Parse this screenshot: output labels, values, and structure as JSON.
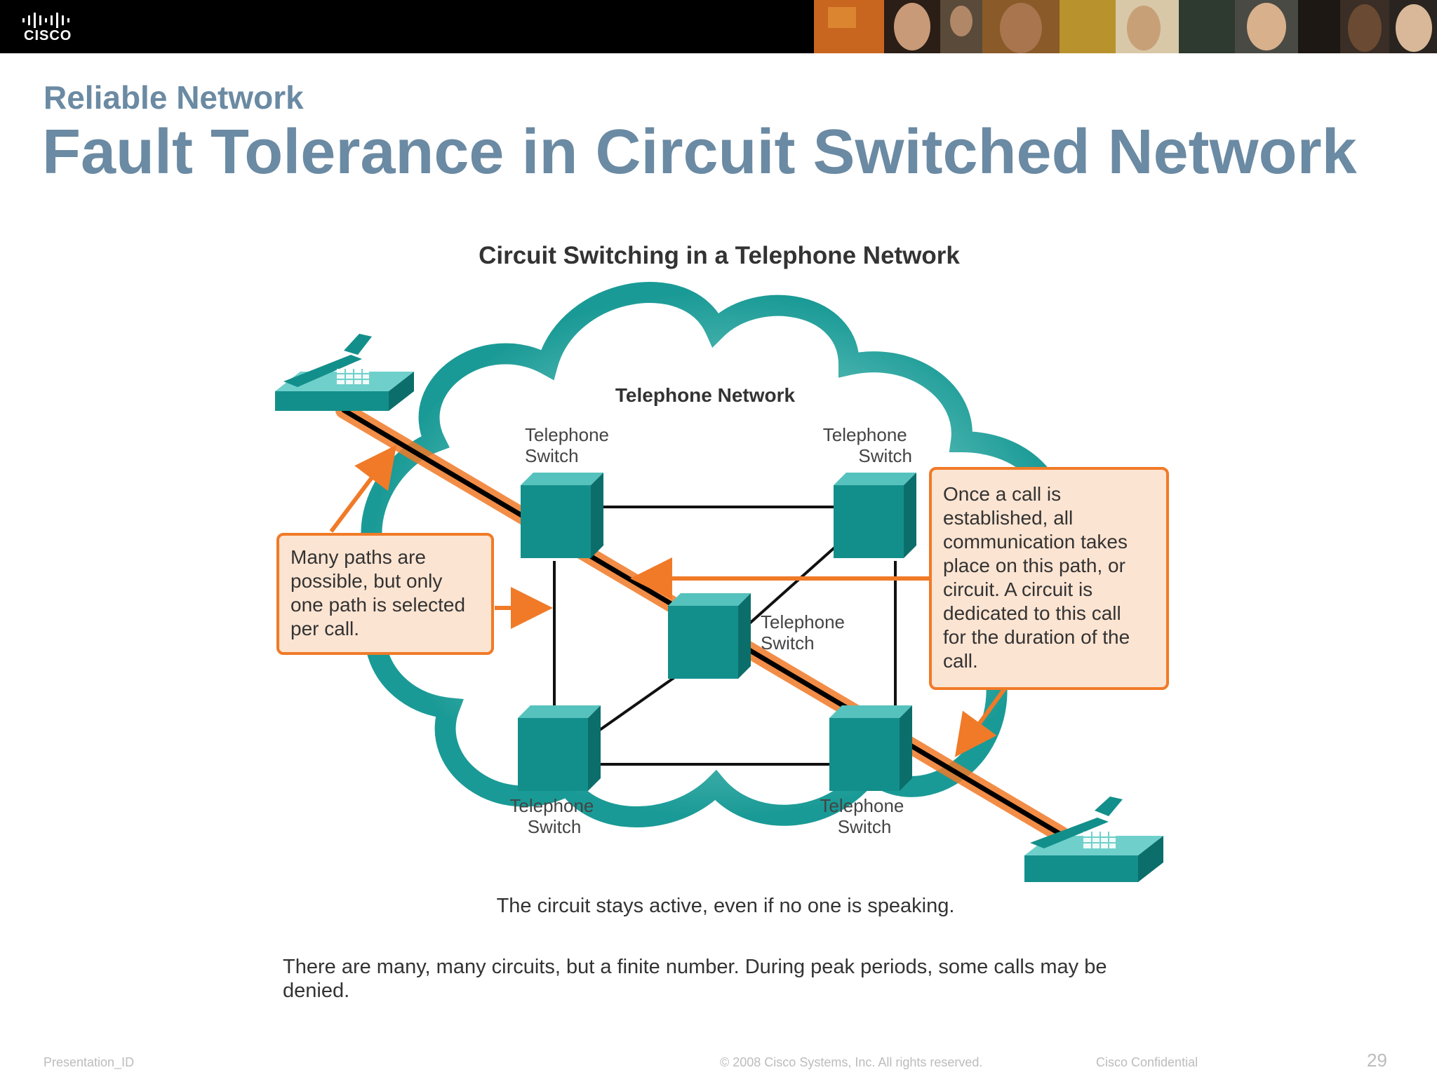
{
  "header": {
    "logo_text": "CISCO",
    "colors": {
      "bar": "#000000",
      "title": "#6b8aa3"
    }
  },
  "slide": {
    "subtitle": "Reliable Network",
    "title": "Fault Tolerance in Circuit Switched Network"
  },
  "diagram": {
    "title": "Circuit Switching in a Telephone Network",
    "cloud_label": "Telephone Network",
    "switch_label_line1": "Telephone",
    "switch_label_line2": "Switch",
    "callout_left": [
      "Many paths are",
      "possible, but only",
      "one path is selected",
      "per call."
    ],
    "callout_right": [
      "Once a call is",
      "established, all",
      "communication takes",
      "place on this path, or",
      "circuit. A circuit is",
      "dedicated to this call",
      "for the duration of the",
      "call."
    ],
    "caption": "The circuit stays active, even if no one is speaking.",
    "colors": {
      "teal": "#1a9a96",
      "orange": "#f07a28",
      "callout_fill": "#fce4d2"
    }
  },
  "note": "There are many, many circuits, but a finite number. During peak periods, some calls may be denied.",
  "footer": {
    "presentation_id": "Presentation_ID",
    "copyright": "© 2008 Cisco Systems, Inc. All rights reserved.",
    "confidential": "Cisco Confidential",
    "page_number": "29"
  }
}
